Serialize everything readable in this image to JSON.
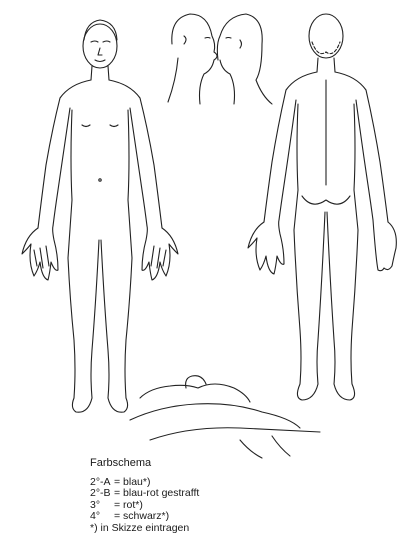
{
  "legend": {
    "title": "Farbschema",
    "rows": [
      {
        "code": "2°-A",
        "desc": "= blau*)"
      },
      {
        "code": "2°-B",
        "desc": "= blau-rot gestrafft"
      },
      {
        "code": "3°",
        "desc": "= rot*)"
      },
      {
        "code": "4°",
        "desc": "= schwarz*)"
      }
    ],
    "footnote": "*) in Skizze eintragen"
  }
}
